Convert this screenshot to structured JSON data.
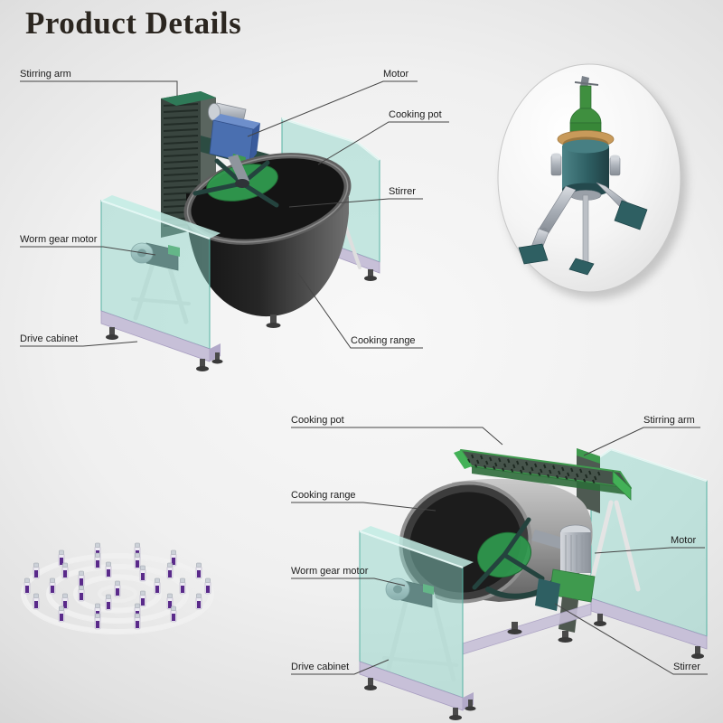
{
  "page": {
    "title": "Product Details"
  },
  "palette": {
    "glass_teal": "#8fd6c9",
    "frame_lavender": "#c7c0d8",
    "accent_green": "#3f9a4e",
    "motor_blue": "#4a6fb0",
    "bottle_purple": "#5a2a8a",
    "label_text": "#1b1b1b",
    "title_text": "#2b2620"
  },
  "top_diagram": {
    "labels": {
      "stirring_arm": "Stirring arm",
      "motor": "Motor",
      "cooking_pot": "Cooking pot",
      "stirrer": "Stirrer",
      "worm_gear_motor": "Worm gear motor",
      "drive_cabinet": "Drive cabinet",
      "cooking_range": "Cooking range"
    }
  },
  "bottom_diagram": {
    "labels": {
      "cooking_pot": "Cooking pot",
      "stirring_arm": "Stirring arm",
      "cooking_range": "Cooking range",
      "motor": "Motor",
      "worm_gear_motor": "Worm gear motor",
      "stirrer": "Stirrer",
      "drive_cabinet": "Drive cabinet"
    }
  }
}
